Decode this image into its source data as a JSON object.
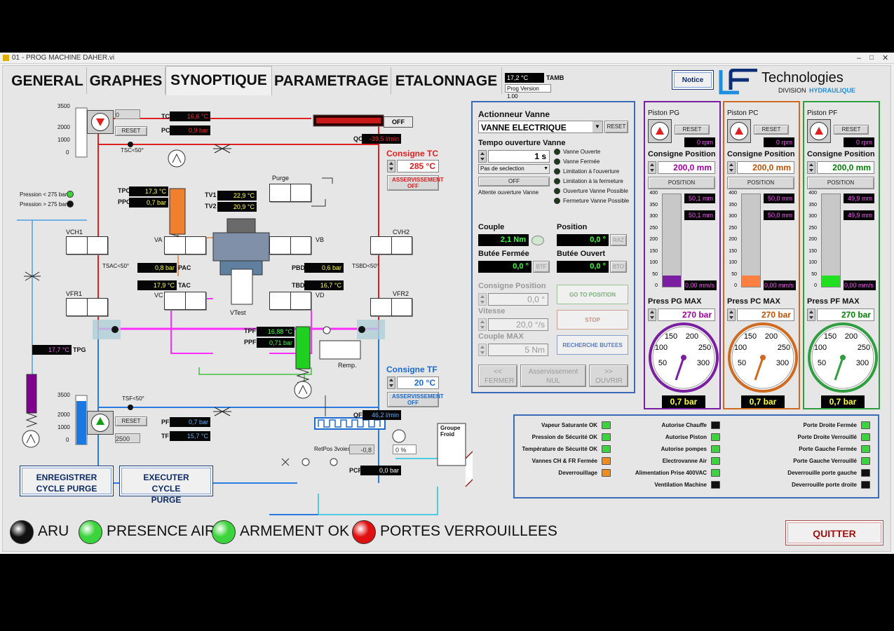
{
  "window": {
    "title": "01 - PROG MACHINE DAHER.vi"
  },
  "tabs": [
    {
      "label": "GENERAL"
    },
    {
      "label": "GRAPHES"
    },
    {
      "label": "SYNOPTIQUE"
    },
    {
      "label": "PARAMETRAGE"
    },
    {
      "label": "ETALONNAGE"
    }
  ],
  "header": {
    "tamb_value": "17,2 °C",
    "tamb_label": "TAMB",
    "prog_version": "Prog Version 1.00",
    "notice_label": "Notice",
    "logo_brand": "Technologies",
    "logo_division": "DIVISION",
    "logo_hydraulique": "HYDRAULIQUE"
  },
  "synoptic": {
    "tank_top": {
      "scale": [
        "3500",
        "2000",
        "1000",
        "0"
      ],
      "value": "0",
      "reset": "RESET"
    },
    "tank_bottom": {
      "scale": [
        "3500",
        "2000",
        "1000",
        "0"
      ],
      "value": "2500",
      "reset": "RESET"
    },
    "tc": {
      "label": "TC",
      "value": "16,6 °C"
    },
    "pc": {
      "label": "PC",
      "value": "0,9 bar"
    },
    "qc": {
      "label": "QC",
      "value": "-39,5 l/min"
    },
    "off_top": "OFF",
    "tsc": "TSC<50°",
    "consigne_tc": {
      "label": "Consigne TC",
      "value": "285 °C",
      "asserv": "ASSERVISSEMENT OFF"
    },
    "pression_lo": "Pression < 275 bar",
    "pression_hi": "Pression > 275 bar",
    "tpc": {
      "label": "TPC",
      "value": "17,3 °C"
    },
    "ppc": {
      "label": "PPC",
      "value": "0,7 bar"
    },
    "tv1": {
      "label": "TV1",
      "value": "22,9 °C"
    },
    "tv2": {
      "label": "TV2",
      "value": "20,9 °C"
    },
    "purge": "Purge",
    "vch1": "VCH1",
    "va": "VA",
    "vb": "VB",
    "cvh2": "CVH2",
    "tsac": "TSAC<50°",
    "pac": {
      "label": "PAC",
      "value": "0,8 bar"
    },
    "tac": {
      "label": "TAC",
      "value": "17,9 °C"
    },
    "pbd": {
      "label": "PBD",
      "value": "0,6 bar"
    },
    "tbd": {
      "label": "TBD",
      "value": "16,7 °C"
    },
    "tsbd": "TSBD<50°",
    "vfr1": "VFR1",
    "vc": "VC",
    "vd": "VD",
    "vfr2": "VFR2",
    "vtest": "VTest",
    "tpf": {
      "label": "TPF",
      "value": "16,88 °C"
    },
    "ppf": {
      "label": "PPF",
      "value": "0,71 bar"
    },
    "remp": "Remp.",
    "tpg": {
      "label": "TPG",
      "value": "17,7 °C"
    },
    "consigne_tf": {
      "label": "Consigne TF",
      "value": "20 °C",
      "asserv": "ASSERVISSEMENT OFF"
    },
    "tsf": "TSF<50°",
    "qf": {
      "label": "QF",
      "value": "46,2 l/min"
    },
    "pf": {
      "label": "PF",
      "value": "0,7 bar"
    },
    "tf": {
      "label": "TF",
      "value": "15,7 °C"
    },
    "groupe_froid": "Groupe Froid",
    "retpos": {
      "label": "RetPos 3voies",
      "value": "-0,8",
      "pct": "0 %"
    },
    "pcf": {
      "label": "PCF",
      "value": "0,0 bar"
    },
    "btn_enreg": "ENREGISTRER CYCLE PURGE",
    "btn_exec": "EXECUTER CYCLE PURGE"
  },
  "actionneur": {
    "title": "Actionneur Vanne",
    "select": "VANNE ELECTRIQUE",
    "reset": "RESET",
    "tempo_label": "Tempo ouverture Vanne",
    "tempo_value": "1 s",
    "pas": "Pas de seclection",
    "off": "OFF",
    "attente": "Attente ouverture Vanne",
    "leds": [
      "Vanne Ouverte",
      "Vanne Fermée",
      "Limitation à l'ouverture",
      "Limitation à la fermeture",
      "Ouverture Vanne Possible",
      "Fermeture Vanne Possible"
    ],
    "couple": {
      "label": "Couple",
      "value": "2,1 Nm"
    },
    "position": {
      "label": "Position",
      "value": "0,0 °",
      "btn": "RAZ"
    },
    "butee_fermee": {
      "label": "Butée Fermée",
      "value": "0,0 °",
      "btn": "BTF"
    },
    "butee_ouvert": {
      "label": "Butée Ouvert",
      "value": "0,0 °",
      "btn": "BTO"
    },
    "consigne_position": {
      "label": "Consigne Position",
      "value": "0,0 °"
    },
    "vitesse": {
      "label": "Vitesse",
      "value": "20,0 °/s"
    },
    "couple_max": {
      "label": "Couple MAX",
      "value": "5 Nm"
    },
    "go": "GO TO POSITION",
    "stop": "STOP",
    "recherche": "RECHERCHE BUTEES",
    "fermer": "<< FERMER",
    "asserv_nul": "Asservissement NUL",
    "ouvrir": ">> OUVRIR"
  },
  "pistons": [
    {
      "title": "Piston PG",
      "rpm": "0 rpm",
      "reset": "RESET",
      "consigne_label": "Consigne Position",
      "consigne": "200,0 mm",
      "position_btn": "POSITION",
      "v1": "50,1 mm",
      "v2": "50,1 mm",
      "speed": "0,00 mm/s",
      "press_label": "Press PG MAX",
      "press": "270 bar",
      "gauge_value": "0,7 bar",
      "level": 0.12,
      "color": "#7b1fa2",
      "fill": "#7b1fa2",
      "valcolor": "#a000a0",
      "scale": [
        "400",
        "350",
        "300",
        "250",
        "200",
        "150",
        "100",
        "50",
        "0"
      ],
      "gticks": [
        "50",
        "100",
        "150",
        "200",
        "250",
        "300"
      ]
    },
    {
      "title": "Piston PC",
      "rpm": "0 rpm",
      "reset": "RESET",
      "consigne_label": "Consigne Position",
      "consigne": "200,0 mm",
      "position_btn": "POSITION",
      "v1": "50,0 mm",
      "v2": "50,0 mm",
      "speed": "0,00 mm/s",
      "press_label": "Press PC MAX",
      "press": "270 bar",
      "gauge_value": "0,7 bar",
      "level": 0.12,
      "color": "#d06a20",
      "fill": "#ff8040",
      "valcolor": "#c05000",
      "scale": [
        "400",
        "350",
        "300",
        "250",
        "200",
        "150",
        "100",
        "50",
        "0"
      ],
      "gticks": [
        "50",
        "100",
        "150",
        "200",
        "250",
        "300"
      ]
    },
    {
      "title": "Piston PF",
      "rpm": "0 rpm",
      "reset": "RESET",
      "consigne_label": "Consigne Position",
      "consigne": "200,0 mm",
      "position_btn": "POSITION",
      "v1": "49,9 mm",
      "v2": "49,9 mm",
      "speed": "0,00 mm/s",
      "press_label": "Press PF MAX",
      "press": "270 bar",
      "gauge_value": "0,7 bar",
      "level": 0.12,
      "color": "#2e9e3e",
      "fill": "#20e020",
      "valcolor": "#008000",
      "scale": [
        "400",
        "350",
        "300",
        "250",
        "200",
        "150",
        "100",
        "50",
        "0"
      ],
      "gticks": [
        "50",
        "100",
        "150",
        "200",
        "250",
        "300"
      ]
    }
  ],
  "status": {
    "col1": [
      {
        "label": "Vapeur Saturante OK",
        "color": "#3cd43c"
      },
      {
        "label": "Pression de Sécurité OK",
        "color": "#3cd43c"
      },
      {
        "label": "Température de Sécurité OK",
        "color": "#3cd43c"
      },
      {
        "label": "Vannes CH & FR Fermée",
        "color": "#f08c1c"
      },
      {
        "label": "Deverrouillage",
        "color": "#f08c1c"
      }
    ],
    "col2": [
      {
        "label": "Autorise Chauffe",
        "color": "#111111"
      },
      {
        "label": "Autorise Piston",
        "color": "#3cd43c"
      },
      {
        "label": "Autorise pompes",
        "color": "#3cd43c"
      },
      {
        "label": "Electrovanne Air",
        "color": "#3cd43c"
      },
      {
        "label": "Alimentation Prise 400VAC",
        "color": "#3cd43c"
      },
      {
        "label": "Ventilation Machine",
        "color": "#111111"
      }
    ],
    "col3": [
      {
        "label": "Porte Droite Fermée",
        "color": "#3cd43c"
      },
      {
        "label": "Porte Droite Verrouillé",
        "color": "#3cd43c"
      },
      {
        "label": "Porte Gauche Fermée",
        "color": "#3cd43c"
      },
      {
        "label": "Porte Gauche Verrouillé",
        "color": "#3cd43c"
      },
      {
        "label": "Deverrouille porte gauche",
        "color": "#111111"
      },
      {
        "label": "Deverrouille porte droite",
        "color": "#111111"
      }
    ]
  },
  "bottom": [
    {
      "label": "ARU",
      "color": "#111111"
    },
    {
      "label": "PRESENCE AIR",
      "color": "#3cd43c"
    },
    {
      "label": "ARMEMENT OK",
      "color": "#3cd43c"
    },
    {
      "label": "PORTES VERROUILLEES",
      "color": "#e01010"
    }
  ],
  "quit": "QUITTER"
}
